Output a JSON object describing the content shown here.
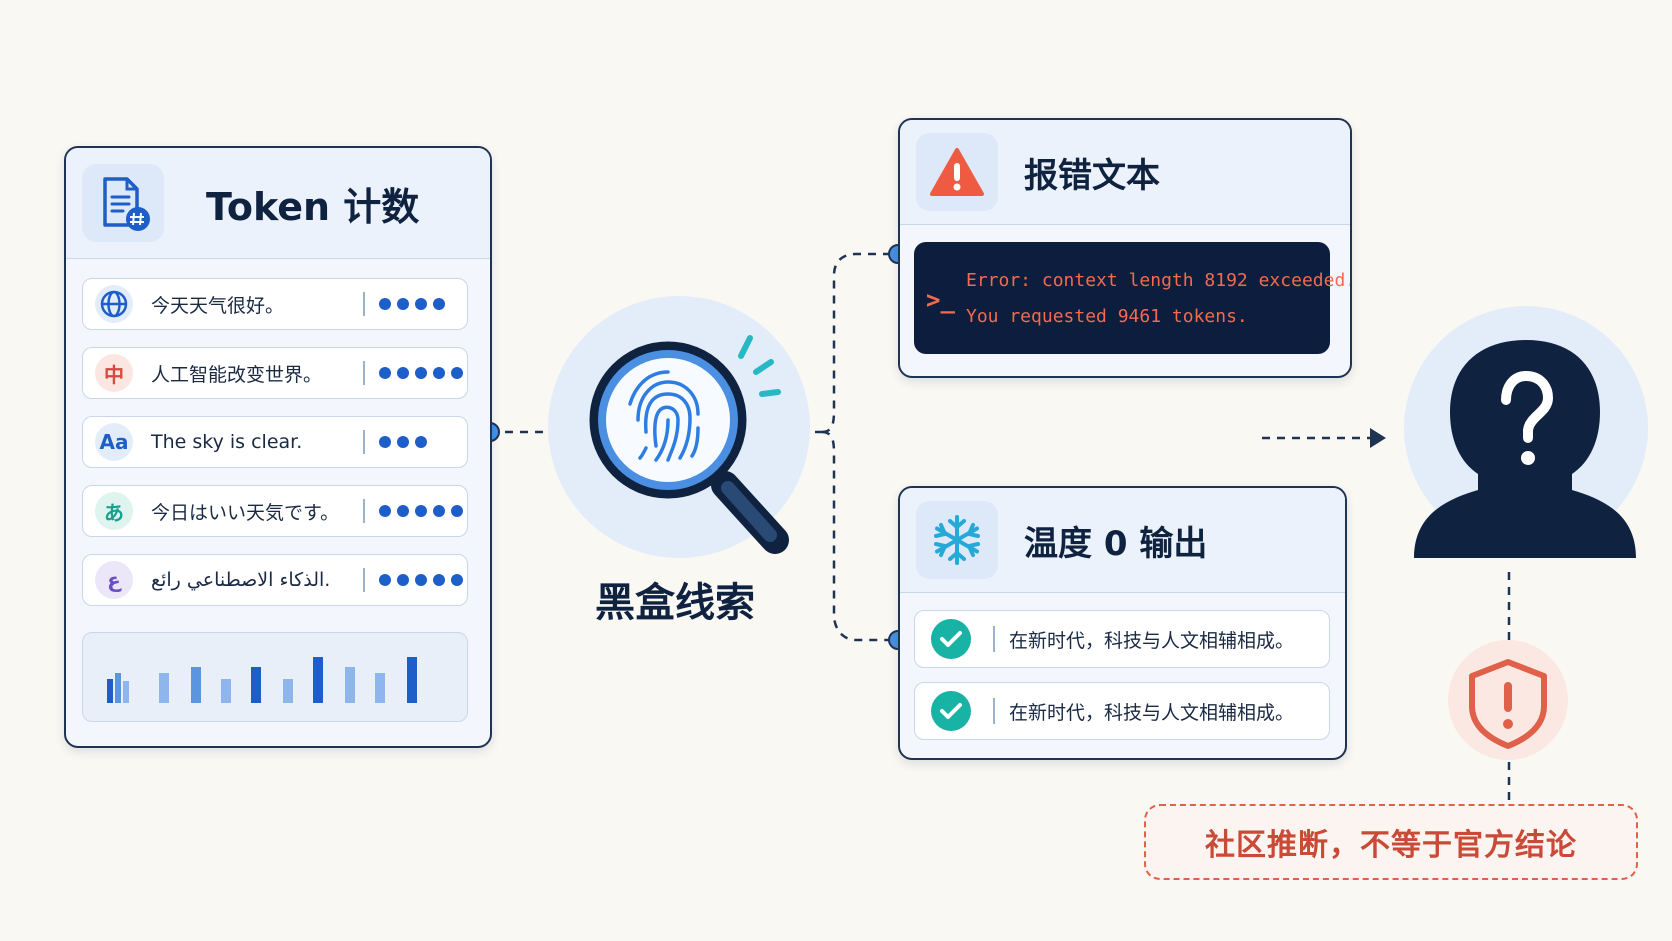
{
  "token_card": {
    "title": "Token 计数",
    "rows": [
      {
        "badge": "globe",
        "text": "今天天气很好。",
        "dots": 4
      },
      {
        "badge": "中",
        "text": "人工智能改变世界。",
        "dots": 5
      },
      {
        "badge": "Aa",
        "text": "The sky is clear.",
        "dots": 3
      },
      {
        "badge": "あ",
        "text": "今日はいい天気です。",
        "dots": 5
      },
      {
        "badge": "ع",
        "text": "الذكاء الاصطناعي رائع.",
        "dots": 5
      }
    ],
    "bars": [
      0.6,
      0.75,
      0.55,
      0.75,
      0.9,
      0.6,
      0.9,
      0.6,
      1.15,
      0.9,
      0.75,
      1.15
    ]
  },
  "center": {
    "label": "黑盒线索",
    "icon": "fingerprint-magnifier-icon"
  },
  "error_card": {
    "title": "报错文本",
    "lines": [
      "Error: context length 8192 exceeded.",
      "You requested 9461 tokens."
    ],
    "prompt": ">_",
    "icon": "warning-icon"
  },
  "temp_card": {
    "title": "温度 0 输出",
    "icon": "snowflake-icon",
    "rows": [
      "在新时代，科技与人文相辅相成。",
      "在新时代，科技与人文相辅相成。"
    ]
  },
  "person": {
    "icon": "unknown-person-icon"
  },
  "disclaimer": {
    "text": "社区推断，不等于官方结论",
    "icon": "shield-alert-icon"
  },
  "colors": {
    "navy": "#0f2240",
    "blue": "#1d5ec9",
    "teal": "#18b3a5",
    "red": "#e0604a"
  }
}
